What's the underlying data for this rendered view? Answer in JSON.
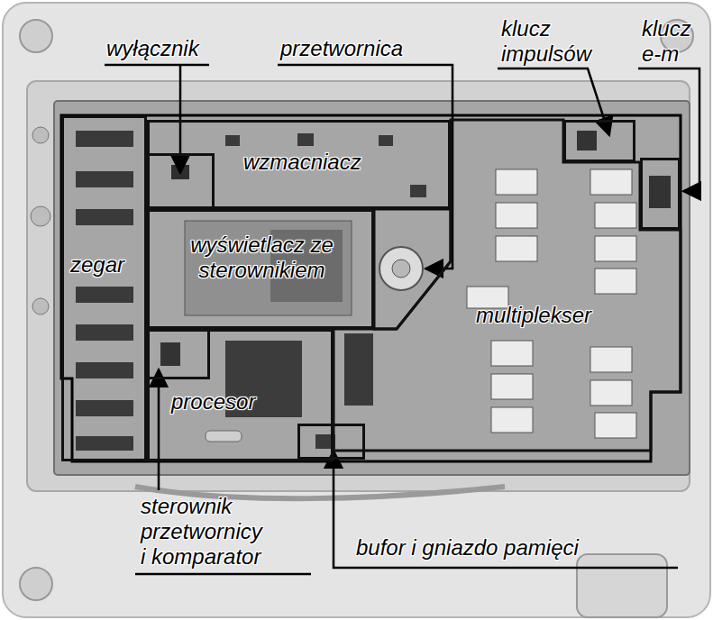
{
  "diagram": {
    "nodes": [
      {
        "text": [
          "wzmacniacz"
        ]
      },
      {
        "text": [
          "wyłącznik"
        ],
        "in": 0
      },
      {
        "text": [
          "przetwornica"
        ]
      },
      {
        "text": [
          "klucz impulsów"
        ]
      },
      {
        "text": [
          "klucz e-m"
        ]
      },
      {
        "text": [
          "zegar"
        ]
      },
      {
        "text": [
          "wyświetlacz ze sterownikiem"
        ]
      },
      {
        "text": [
          "multiplekser"
        ]
      },
      {
        "text": [
          "procesor"
        ]
      },
      {
        "text": [
          "sterownik przetwornicy i komparator"
        ],
        "in": 8
      },
      {
        "text": [
          "bufor i gniazdo pamięci"
        ]
      }
    ]
  }
}
